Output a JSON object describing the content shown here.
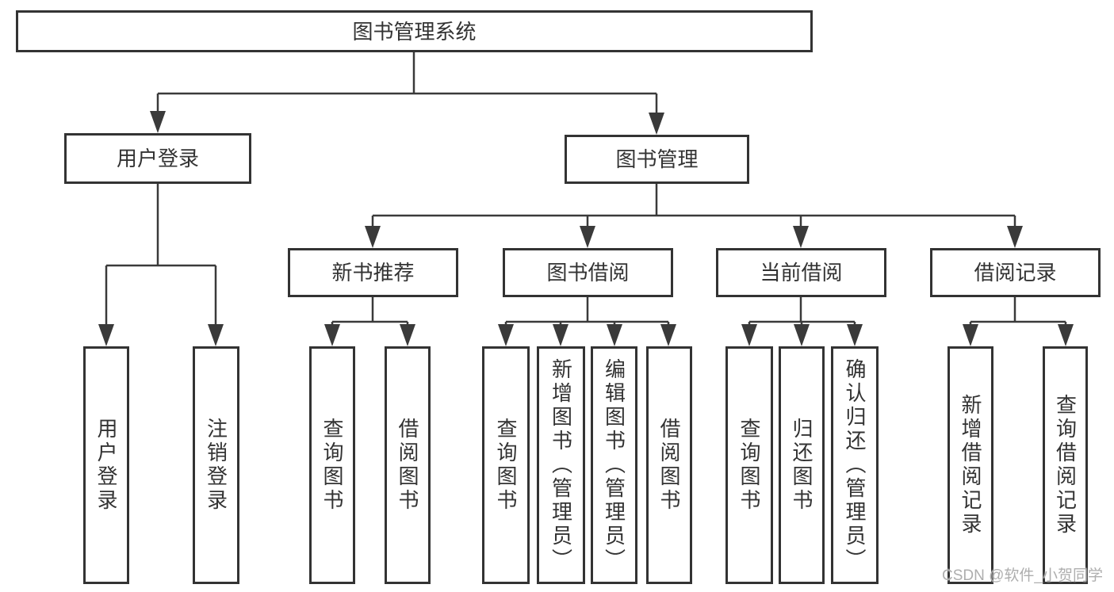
{
  "diagram_type": "hierarchy-tree",
  "colors": {
    "background": "#ffffff",
    "box_border": "#333333",
    "box_fill": "#ffffff",
    "line": "#3a3a3a",
    "text": "#333333",
    "watermark": "#aeaeae"
  },
  "tree": {
    "root": {
      "label": "图书管理系统",
      "children": [
        {
          "label": "用户登录",
          "children": [
            {
              "label": "用户登录"
            },
            {
              "label": "注销登录"
            }
          ]
        },
        {
          "label": "图书管理",
          "children": [
            {
              "label": "新书推荐",
              "children": [
                {
                  "label": "查询图书"
                },
                {
                  "label": "借阅图书"
                }
              ]
            },
            {
              "label": "图书借阅",
              "children": [
                {
                  "label": "查询图书"
                },
                {
                  "label": "新增图书（管理员）"
                },
                {
                  "label": "编辑图书（管理员）"
                },
                {
                  "label": "借阅图书"
                }
              ]
            },
            {
              "label": "当前借阅",
              "children": [
                {
                  "label": "查询图书"
                },
                {
                  "label": "归还图书"
                },
                {
                  "label": "确认归还（管理员）"
                }
              ]
            },
            {
              "label": "借阅记录",
              "children": [
                {
                  "label": "新增借阅记录"
                },
                {
                  "label": "查询借阅记录"
                }
              ]
            }
          ]
        }
      ]
    }
  },
  "watermark": {
    "text": "CSDN @软件_小贺同学"
  }
}
